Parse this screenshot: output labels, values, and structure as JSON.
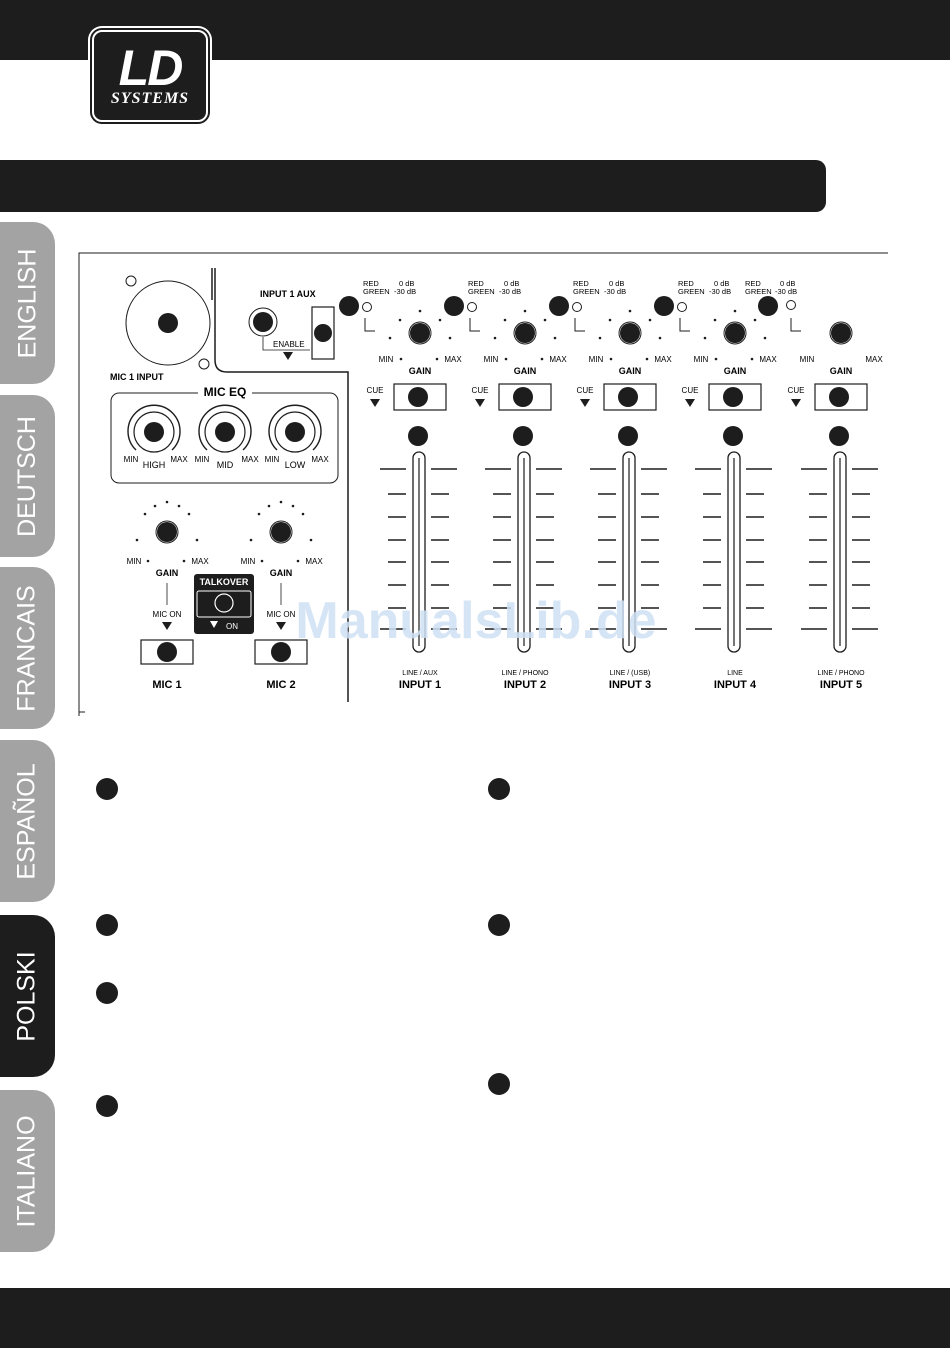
{
  "logo": {
    "brand": "LD",
    "sub": "SYSTEMS"
  },
  "tabs": [
    {
      "label": "ENGLISH",
      "active": false
    },
    {
      "label": "DEUTSCH",
      "active": false
    },
    {
      "label": "FRANCAIS",
      "active": false
    },
    {
      "label": "ESPAÑOL",
      "active": false
    },
    {
      "label": "POLSKI",
      "active": true
    },
    {
      "label": "ITALIANO",
      "active": false
    }
  ],
  "diagram": {
    "mic1_input": "MIC 1 INPUT",
    "input1_aux": "INPUT 1 AUX",
    "enable": "ENABLE",
    "mic_eq": "MIC EQ",
    "min": "MIN",
    "max": "MAX",
    "eq_bands": [
      "HIGH",
      "MID",
      "LOW"
    ],
    "gain": "GAIN",
    "mic_on": "MIC ON",
    "talkover": "TALKOVER",
    "talkover_on": "ON",
    "mic_channels": [
      "MIC 1",
      "MIC 2"
    ],
    "led_red": "RED",
    "led_green": "GREEN",
    "led_0db": "0 dB",
    "led_30db": "-30 dB",
    "cue": "CUE",
    "inputs": [
      {
        "sub": "LINE / AUX",
        "name": "INPUT 1"
      },
      {
        "sub": "LINE / PHONO",
        "name": "INPUT 2"
      },
      {
        "sub": "LINE / (USB)",
        "name": "INPUT 3"
      },
      {
        "sub": "LINE",
        "name": "INPUT 4"
      },
      {
        "sub": "LINE / PHONO",
        "name": "INPUT 5"
      }
    ]
  },
  "watermark": "ManualsLib.de",
  "colors": {
    "dark": "#1d1d1d",
    "tab_gray": "#a3a3a3",
    "watermark": "#cfe0f3"
  }
}
